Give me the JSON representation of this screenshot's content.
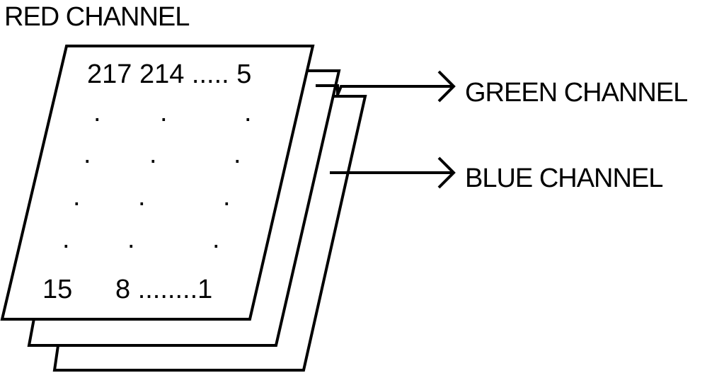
{
  "labels": {
    "red": "RED CHANNEL",
    "green": "GREEN CHANNEL",
    "blue": "BLUE CHANNEL"
  },
  "matrix": {
    "top_row": "217 214 ..... 5",
    "bottom_left": "15",
    "bottom_right": "8 ........1",
    "ellipsis_dot": "."
  },
  "colors": {
    "stroke": "#000000",
    "fill": "#ffffff"
  }
}
